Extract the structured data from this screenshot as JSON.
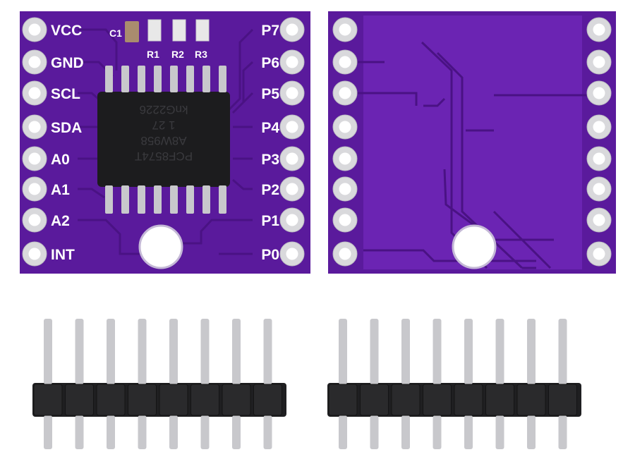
{
  "colors": {
    "pcb": "#5a1a9c",
    "pcb_back": "#6b24b3",
    "trace": "#4a1284",
    "silk": "#ffffff",
    "pad": "#d9d9dc",
    "chip": "#1c1c1e",
    "header_plastic": "#1f1f21",
    "pin_metal": "#c8c8cc",
    "background": "#ffffff"
  },
  "front_board": {
    "left_labels": [
      "VCC",
      "GND",
      "SCL",
      "SDA",
      "A0",
      "A1",
      "A2",
      "INT"
    ],
    "right_labels": [
      "P7",
      "P6",
      "P5",
      "P4",
      "P3",
      "P2",
      "P1",
      "P0"
    ],
    "component_labels": {
      "c1": "C1",
      "r1": "R1",
      "r2": "R2",
      "r3": "R3"
    },
    "chip_marking": [
      "PCF8574T",
      "A8W958",
      "1  27",
      "knG2226"
    ]
  },
  "headers": {
    "pin_count_each": 8,
    "count": 2
  }
}
